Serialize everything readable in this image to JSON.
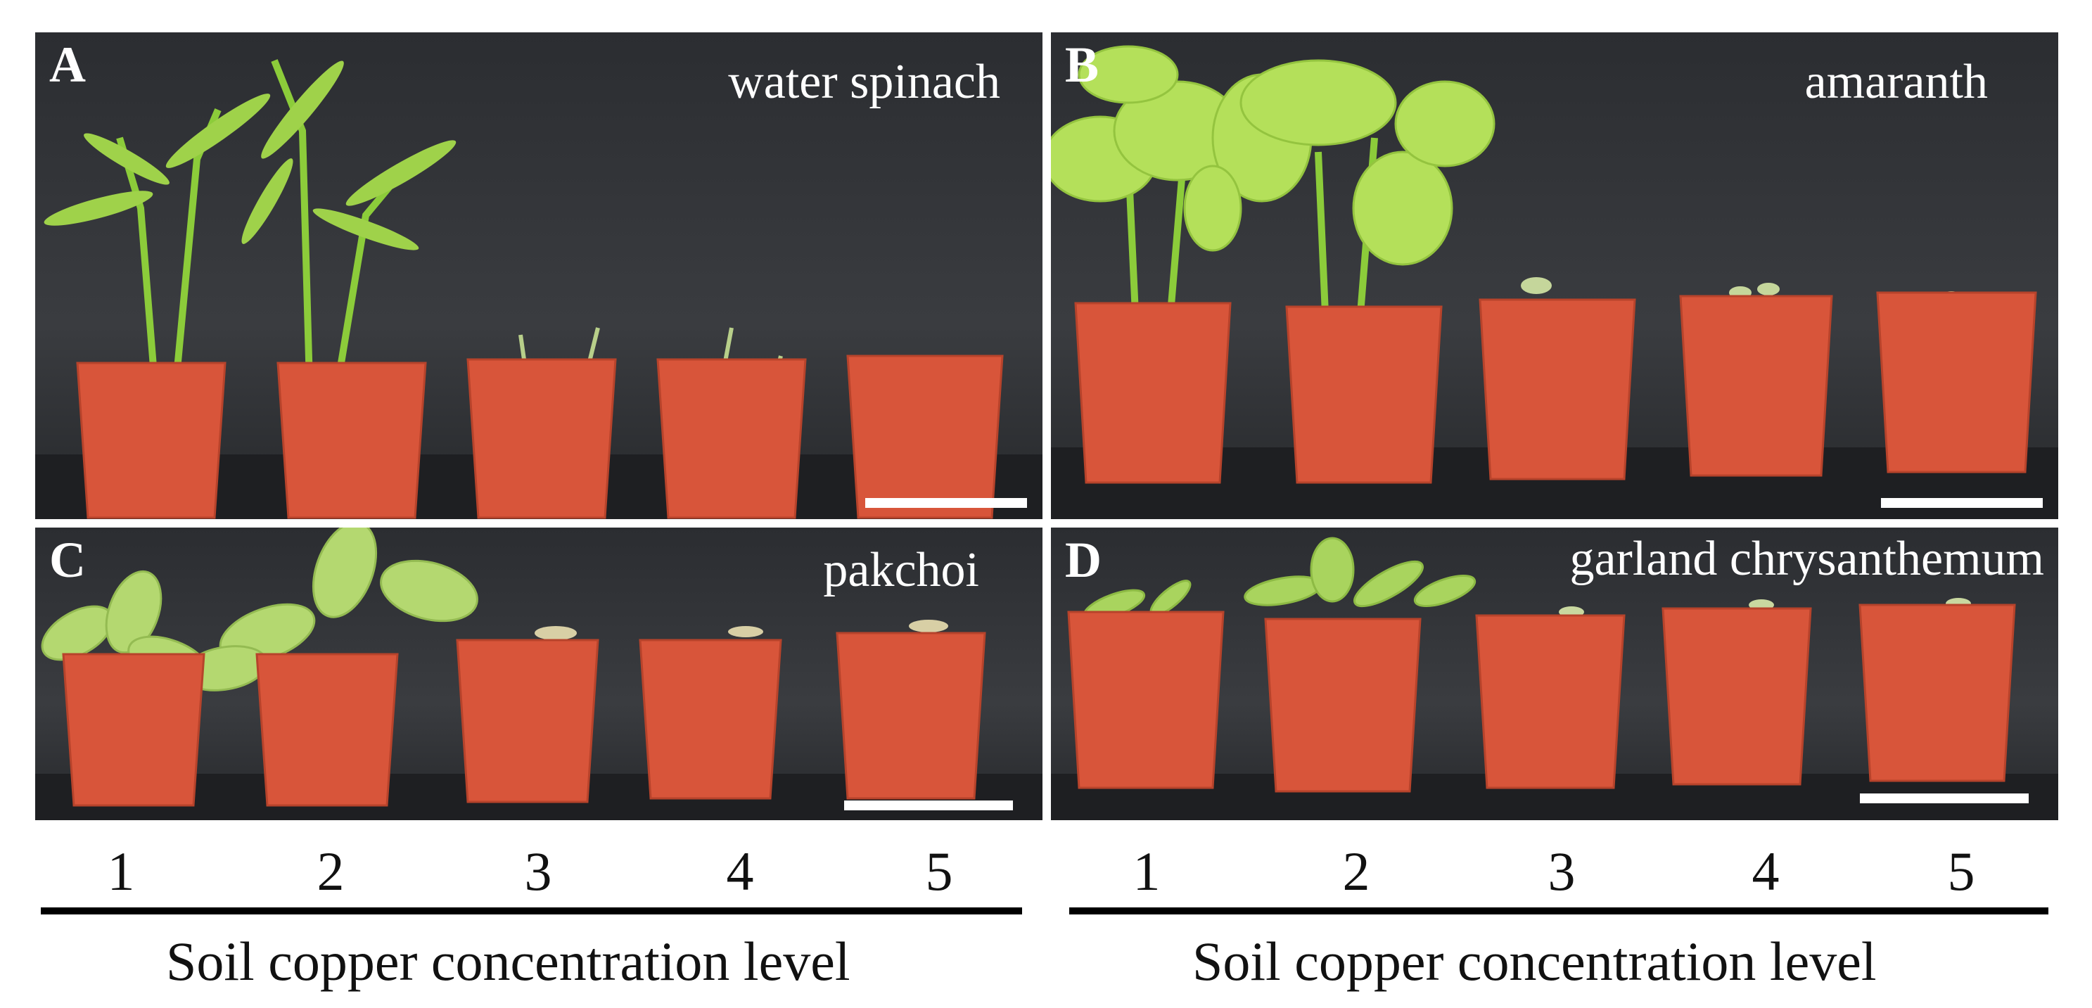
{
  "panels": [
    {
      "letter": "A",
      "species": "water spinach"
    },
    {
      "letter": "B",
      "species": "amaranth"
    },
    {
      "letter": "C",
      "species": "pakchoi"
    },
    {
      "letter": "D",
      "species": "garland chrysanthemum"
    }
  ],
  "levels_left": [
    "1",
    "2",
    "3",
    "4",
    "5"
  ],
  "levels_right": [
    "1",
    "2",
    "3",
    "4",
    "5"
  ],
  "axis_title_left": "Soil copper concentration level",
  "axis_title_right": "Soil copper concentration level",
  "colors": {
    "background_panel": "#2f3135",
    "pot": "#d8553a",
    "leaf": "#9fd24a",
    "text_on_panel": "#ffffff"
  }
}
